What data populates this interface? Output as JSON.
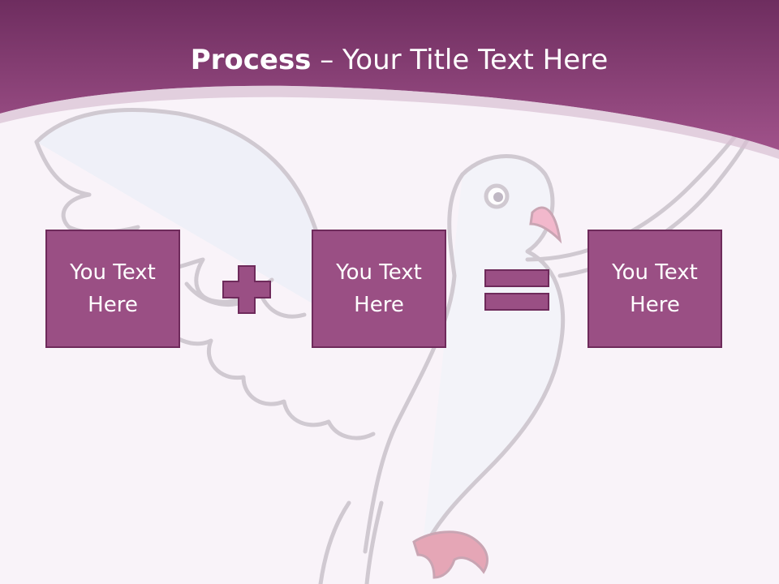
{
  "slide": {
    "title_bold": "Process",
    "title_rest": " – Your Title Text Here",
    "boxes": [
      {
        "label": "You Text Here"
      },
      {
        "label": "You Text Here"
      },
      {
        "label": "You Text Here"
      }
    ],
    "operators": [
      "plus-icon",
      "equals-icon"
    ],
    "background_image": "dove-illustration",
    "colors": {
      "header": "#8a3f76",
      "box_fill": "#9a4f84",
      "box_border": "#6e2a5b",
      "operator": "#9a4f84",
      "background": "#f9f3f9"
    }
  }
}
